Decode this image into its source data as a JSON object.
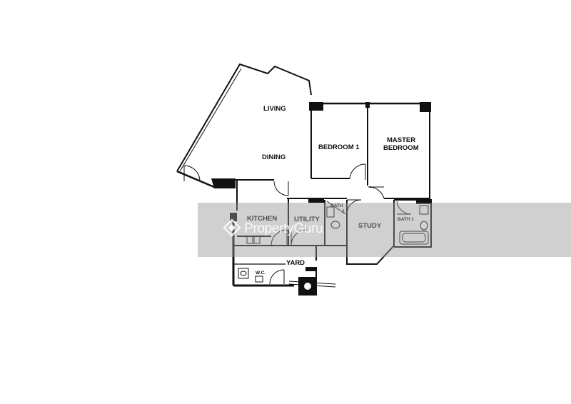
{
  "rooms": {
    "living": "LIVING",
    "dining": "DINING",
    "bedroom1": "BEDROOM 1",
    "master_line1": "MASTER",
    "master_line2": "BEDROOM",
    "kitchen": "KITCHEN",
    "utility": "UTILITY",
    "bath2_line1": "BATH",
    "bath2_line2": "2",
    "study": "STUDY",
    "bath1": "BATH 1",
    "yard": "YARD",
    "wc": "W.C."
  },
  "watermark": {
    "logo_icon": "propertyguru-logo-icon",
    "text": "PropertyGuru"
  },
  "colors": {
    "walls": "#111111",
    "watermark_band": "#969696"
  }
}
